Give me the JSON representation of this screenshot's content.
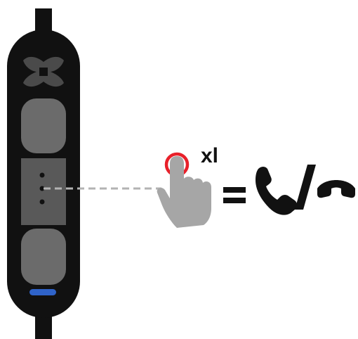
{
  "instruction": {
    "tap_count": "xl",
    "remote_button": "center-button",
    "gesture": "tap",
    "result_icons": [
      "phone-answer-icon",
      "phone-hangup-icon"
    ]
  },
  "colors": {
    "remote_body": "#111111",
    "remote_button_gray": "#6b6b6b",
    "remote_panel_gray": "#595959",
    "logo_gray": "#4a4a4a",
    "led_blue": "#2f63c9",
    "tap_ring_red": "#e8202a",
    "hand_gray": "#a6a6a6",
    "connector_dash": "#b3b3b3",
    "symbol_black": "#111111"
  }
}
